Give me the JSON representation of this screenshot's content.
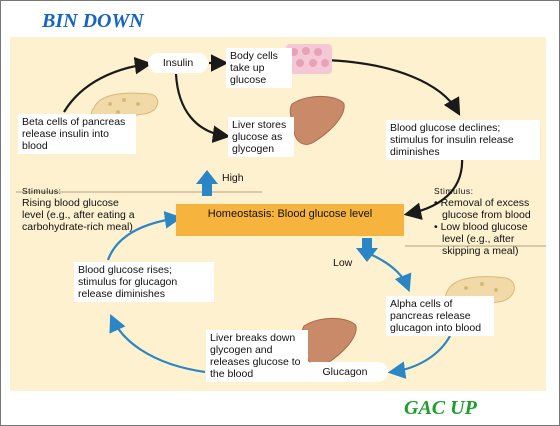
{
  "annotations": {
    "top_left": "BIN DOWN",
    "bottom_right": "GAC UP",
    "color": "#1565c0",
    "bottom_color": "#1e9e2a"
  },
  "diagram": {
    "insulin": "Insulin",
    "body_cells": "Body cells take up glucose",
    "liver_stores": "Liver stores glucose as glycogen",
    "beta_cells": "Beta cells of pancreas release insulin into blood",
    "bg_declines": "Blood glucose declines; stimulus for insulin release diminishes",
    "high": "High",
    "low": "Low",
    "stim_left_head": "Stimulus:",
    "stim_left_text": "Rising blood glucose level (e.g., after eating a carbohydrate-rich meal)",
    "stim_right_head": "Stimulus:",
    "stim_right_items": [
      "• Removal of excess glucose from blood",
      "• Low blood glucose level (e.g., after skipping a meal)"
    ],
    "homeostasis": "Homeostasis: Blood glucose level",
    "bg_rises": "Blood glucose rises; stimulus for glucagon release diminishes",
    "alpha_cells": "Alpha cells of pancreas release glucagon into blood",
    "liver_breaks": "Liver breaks down glycogen and releases glucose to the blood",
    "glucagon": "Glucagon"
  },
  "colors": {
    "panel": "#fdf1cf",
    "homeostasis_bar": "#f6b33e",
    "dark_arrow": "#1a1a1a",
    "blue_arrow": "#2b86c5",
    "liver": "#c98a6a",
    "pancreas": "#f2d9a8"
  }
}
